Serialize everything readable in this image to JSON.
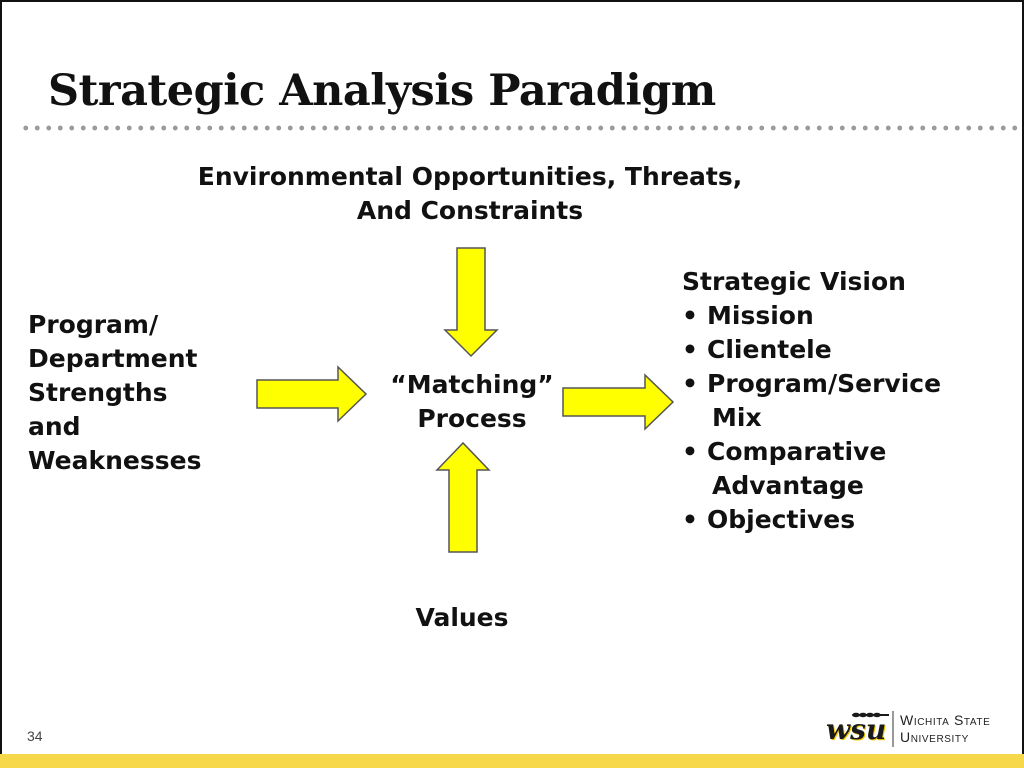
{
  "slide": {
    "title": "Strategic Analysis Paradigm",
    "slide_number": "34"
  },
  "diagram": {
    "top_label_line1": "Environmental Opportunities, Threats,",
    "top_label_line2": "And Constraints",
    "left_label_lines": [
      "Program/",
      "Department",
      "Strengths",
      "and",
      "Weaknesses"
    ],
    "center_label_line1": "“Matching”",
    "center_label_line2": "Process",
    "bottom_label": "Values",
    "right_heading": "Strategic Vision",
    "right_items": [
      {
        "line1": "Mission",
        "line2": ""
      },
      {
        "line1": "Clientele",
        "line2": ""
      },
      {
        "line1": "Program/Service",
        "line2": "Mix"
      },
      {
        "line1": "Comparative",
        "line2": "Advantage"
      },
      {
        "line1": "Objectives",
        "line2": ""
      }
    ],
    "arrow_fill": "#ffff00",
    "arrow_stroke": "#555555"
  },
  "logo": {
    "mark": "wsu",
    "name_line1": "Wichita State",
    "name_line2": "University"
  },
  "colors": {
    "bottom_bar": "#f6d84a",
    "dotted_rule": "#9a9a9a"
  }
}
